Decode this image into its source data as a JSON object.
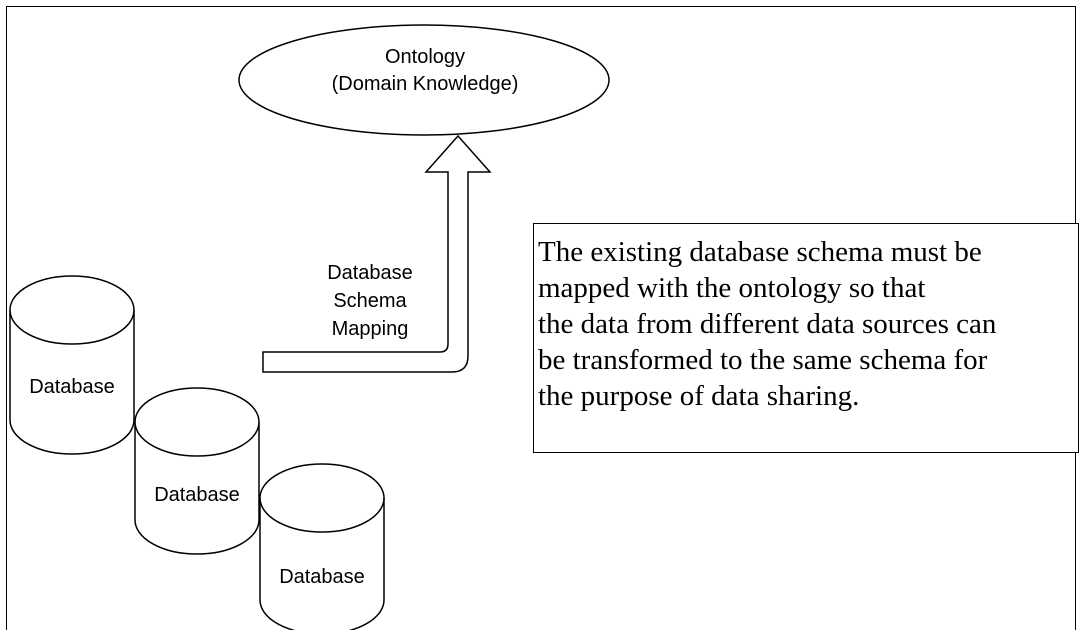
{
  "ontology": {
    "line1": "Ontology",
    "line2": "(Domain Knowledge)"
  },
  "mapping_label": {
    "line1": "Database",
    "line2": "Schema",
    "line3": "Mapping"
  },
  "databases": [
    {
      "label": "Database"
    },
    {
      "label": "Database"
    },
    {
      "label": "Database"
    }
  ],
  "note": {
    "lines": [
      "The existing database schema must be",
      "mapped with the ontology so that",
      "the data from different data sources can",
      "be transformed to the same schema for",
      "the purpose of data sharing."
    ]
  }
}
